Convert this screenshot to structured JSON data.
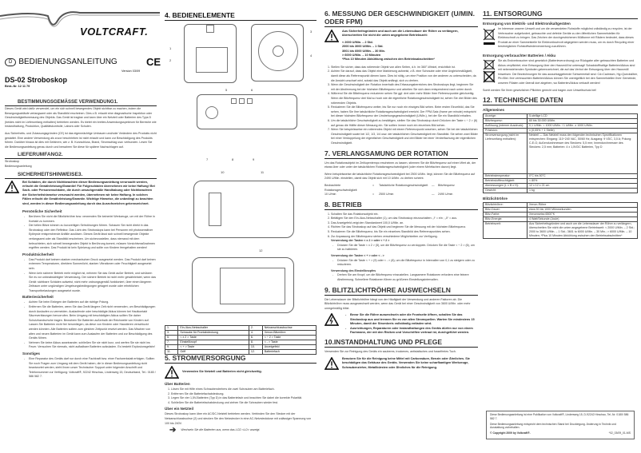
{
  "header": {
    "brand": "VOLTCRAFT.",
    "language_badge": "D",
    "manual_title": "BEDIENUNGSANLEITUNG",
    "ce_mark": "CE",
    "version": "Version 03/09",
    "model": "DS-02 Stroboskop",
    "order_number": "Best.-Nr. 12 11 79"
  },
  "sections": {
    "s1": {
      "title": "BESTIMMUNGSGEMÄSSE VERWENDUNG1.",
      "p1": "Dieses Gerät wird dafür verwendet, um ein sich schnell bewegendes Objekt sichtbar zu machen, indem die Bewegungsabläufe verlangsamt oder als Standbild erscheinen. Dies z.B. erlaubt eine diagnostische Inspektion oder Geschwindigkeitsmessung des Objekts. Das Gerät ist tragbar und kann über ein Netzteil oder Batterien des Typs D (beides nicht im Lieferumfang enthalten) betrieben werden. Es bietet ein breites Anwendungsspektrum für Bereiche wie Instandhaltung, Produktion, Qualitätskontrolle, Labors oder Schulen.",
      "p2": "Aus Sicherheits- und Zulassungsgründen (CE) ist das eigenmächtige Umbauen und/oder Verändern des Produkts nicht gestattet. Eine andere Verwendung als zuvor beschrieben ist nicht erlaubt und kann zur Beschädigung des Produkts führen. Darüber hinaus ist dies mit Gefahren, wie z. B. Kurzschluss, Brand, Stromschlag usw. verbunden. Lesen Sie die Bedienungsanleitung genau durch und bewahren Sie diese für spätere Nachschlagen auf."
    },
    "s2": {
      "title": "LIEFERUMFANG2.",
      "items": [
        "Stroboskop",
        "Bedienungsanleitung"
      ]
    },
    "s3": {
      "title": "SICHERHEITSHINWEISE3.",
      "warning": "Bei Schäden, die durch Nichtbeachten dieser Bedienungsanleitung verursacht werden, erlischt die Gewährleistung/Garantie! Für Folgeschäden übernehmen wir keine Haftung! Bei Sach- oder Personenschäden, die durch unsachgemäße Handhabung oder Nichtbeachten der Sicherheitshinweise verursacht werden, übernehmen wir keine Haftung. In solchen Fällen erlischt die Gewährleistung/Garantie. Wichtige Hinweise, die unbedingt zu beachten sind, werden in dieser Bedienungsanleitung durch das Ausrufezeichen gekennzeichnet.",
      "personal_title": "Persönliche Sicherheit",
      "personal": [
        "Berühren Sie nicht die Blitzlichtröhre bzw. verwenden Sie keinerlei Werkzeuge, um mit der Röhre in Kontakt zu kommen.",
        "Die hellen Blitze können zu kurzzeitigen Sehstörungen führen. Schauen Sie nicht direkt in das Stroboskop oder den Reflektor. Das Licht des Stroboskops kann bei Personen mit photosensitiver Epilepsie entsprechende Anfälle auslösen. Dieses Gerät lässt sich schnell bewegende Objekte verlangsamt oder als Standbild erscheinen. Um sicherzustellen, dass niemand mit dem beleuchteten, sich schnell bewegenden Objekt in Berührung kommt, müssen Vorsichtsmaßnahmen ergriffen werden. Das Produkt ist kein Spielzeug und sollte von Kindern ferngehalten werden!"
      ],
      "product_title": "Produktsicherheit",
      "product": [
        "Das Produkt darf keinem starken mechanischen Druck ausgesetzt werden. Das Produkt darf keinen extremen Temperaturen, direktem Sonnenlicht, starken Vibrationen oder Feuchtigkeit ausgesetzt sein.",
        "Wenn kein sicherer Betrieb mehr möglich ist, nehmen Sie das Gerät außer Betrieb, und schützen Sie es vor unbeabsichtigter Verwendung. Der sichere Betrieb ist nicht mehr gewährleistet, wenn das Gerät: sichtbare Schäden aufweist, nicht mehr ordnungsgemäß funktioniert, über einen längeren Zeitraum unter ungünstigen Umgebungsbedingungen gelagert wurde oder erheblichen Transportbelastungen ausgesetzt wurde."
      ],
      "battery_title": "Batteriesicherheit",
      "battery": [
        "Achten Sie beim Einlegen der Batterien auf die richtige Polung.",
        "Entfernen Sie die Batterien, wenn Sie das Gerät längere Zeit nicht verwenden, um Beschädigungen durch Auslaufen zu vermeiden. Auslaufende oder beschädigte Akkus können bei Hautkontakt Säureverätzungen hervorrufen. Beim Umgang mit beschädigten Akkus sollten Sie daher Schutzhandschuhe tragen. Bewahren Sie Batterien außerhalb der Reichweite von Kindern auf. Lassen Sie Batterien nicht frei herumliegen, da diese von Kindern oder Haustieren verschluckt werden könnten. Alle Batterien sollten zum gleichen Zeitpunkt ersetzt werden. Das Mischen von alten und neuen Batterien im Gerät kann zum Auslaufen der Batterien und zur Beschädigung des Geräts führen.",
        "Nehmen Sie keine Akkus auseinander, schließen Sie sie nicht kurz, und werfen Sie sie nicht ins Feuer. Versuchen Sie niemals, nicht aufladbare Batterien aufzuladen. Es besteht Explosionsgefahr!"
      ],
      "misc_title": "Sonstiges",
      "misc": [
        "Eine Reparatur des Geräts darf nur durch eine Fachkraft bzw. einer Fachwerkstatt erfolgen. Sollten Sie noch Fragen zum Umgang mit dem Gerät haben, die in dieser Bedienungsanleitung nicht beantwortet werden, steht Ihnen unser Technischer Support unter folgender Anschrift und Telefonnummer zur Verfügung: Voltcraft®, 92242 Hirschau, Lindenweg 15, Deutschland, Tel.: 0180 / 586 582 7."
      ]
    },
    "s4": {
      "title": "4.  BEDIENELEMENTE",
      "callouts": [
        "1",
        "2",
        "3",
        "4",
        "5",
        "6",
        "7",
        "8",
        "9",
        "10",
        "11",
        "12"
      ],
      "parts": [
        [
          "1.",
          "Ein-/Aus-Netzschalter",
          "2.",
          "Netzanschlussbuchse"
        ],
        [
          "3.",
          "Schraube für Frontabdeckung",
          "4.",
          "Xenon-Blitzröhre"
        ],
        [
          "5.",
          "< x 2 > Taste",
          "6.",
          "< ÷ 2 > Taste"
        ],
        [
          "7.",
          "Einstellknopf",
          "8.",
          "< - > Taste"
        ],
        [
          "9.",
          "< + > Taste",
          "10.",
          "Anzeigefeld"
        ],
        [
          "11.",
          "Griff",
          "12.",
          "Batteriefach"
        ]
      ]
    },
    "s5": {
      "title": "5.  STROMVERSORGUNG",
      "warning": "Verwenden Sie Netzteil und Batterien nicht gleichzeitig.",
      "batteries_title": "Über Batterien",
      "batteries": [
        "Lösen Sie mit Hilfe eines Schraubendrehers die zwei Schrauben am Batteriefach.",
        "Entfernen Sie die Batteriefachabdeckung.",
        "Legen Sie vier 1,5V-Batterien (Typ D) in das Batteriefach und beachten Sie dabei die korrekte Polarität.",
        "Schließen Sie die Batteriefachabdeckung und ziehen Sie die Schrauben wieder fest."
      ],
      "adapter_title": "Über ein Netzteil",
      "adapter": "Dieses Stroboskop kann über ein AC/DC-Netzteil betrieben werden. Verbinden Sie den Stecker mit der Netzanschlussbuchse (2) und stecken Sie den Netzstecker in eine AC-Netzsteckdose mit zulässiger Spannung von 100 bis 240V.",
      "note": "Wechseln Sie die Batterien aus, wenn das LCD <LO> anzeigt."
    },
    "s6": {
      "title": "6.  MESSUNG DER GESCHWINDIGKEIT (U/MIN. ODER FPM)",
      "warning": "Aus Sicherheitsgründen und auch um die Lebensdauer der Röhre zu verlängern, überschreiten Sie nicht die unten angegebene Betriebszeit:",
      "limits": [
        "< 2000 U/Min. – 2 Std.",
        "2000 bis 3000 U/Min. – 1 Std.",
        "3001 bis 6000 U/Min. – 30 Min.",
        "> 6000 U/Min. – 10 Minuten",
        "*Plus 10 Minuten Abkühlung zwischen den Betriebsabschnitten*"
      ],
      "steps": [
        "Stellen Sie sicher, dass das rotierende Objekt von allen Seiten, d.h. im 360°-Winkel, ersichtlich ist.",
        "Achten Sie darauf, dass das Objekt eine Markierung aufweist, z.B. eine Schraube oder eine Ungleichmäßigkeit, damit diese als Referenzpunkt dienen kann. Dies ist nötig, um eine Position von der anderen zu unterscheiden, da die Ansicht unscharf wird, sobald das Objekt anfängt, sich zu drehen.",
        "Wenn die Geschwindigkeit der Rotation innerhalb des Erfassungsbereiches des Stroboskops liegt, beginnen Sie mit der Abstimmung bei der höchsten Blitzfrequenz und arbeiten Sie sich dann entsprechend nach unten durch.",
        "Während Sie die Blitzfrequenz reduzieren sehen Sie ggf. drei oder mehr Bilder Ihrer Referenzpunkte gleichzeitig. Wenn die Blitzfrequenz drei Mal so hoch wie die eigentliche Rotationsgeschwindigkeit ist, sehen Sie drei Bilder des rotierenden Objekts.",
        "Reduzieren Sie die Blitzfrequenz weiter, bis Sie nur noch ein einziges Bild sehen. Beim ersten Einzelbild, das Sie sehen, haben Sie Ihre tatsächliche Rotationsgeschwindigkeit erreicht. Der FPM-Satz (frame per minute) entspricht bei dieser höchsten Blitzfrequenz der Umdrehungsgeschwindigkeit (U/Min.), bei der Sie ein Standbild erhalten.",
        "Um die tatsächliche Geschwindigkeit zu bestätigen, stellen Sie das Stroboskop durch Drücken der Taste < ÷ 2 > (6) auf genau die Hälfte dieser Messung ein. Sie sollten immer noch ein einzelnes Bild sehen.",
        "Wenn Sie beispielsweise ein rotierendes Objekt mit einem Referenzpunkt ansehen, sehen Sie bei der tatsächlichen Geschwindigkeit sowie bei 1/2, 1/3, 1/4 usw. der tatsächlichen Geschwindigkeit ein Standbild. Sie sehen zwei Bilder bei einer Verdoppelung der eigentlichen Geschwindigkeit und drei Bilder bei einer Verdreifachung der eigentlichen Geschwindigkeit."
      ]
    },
    "s7": {
      "title": "7.  VERLANGSAMUNG DER ROTATION",
      "p1": "Um das Rotationsobjekt im Zeitlupentempo erscheinen zu lassen, stimmen Sie die Blitzfrequenz auf einen Wert ab, der etwas über oder unter der tatsächlichen Rotationsgeschwindigkeit (oder einem Mehrfachen davon) liegt.",
      "p2": "Wenn beispielsweise die tatsächliche Rotationsgeschwindigkeit bei 2500 U/Min. liegt, können Sie die Blitzfrequenz auf 2490 U/Min. einstellen, damit das Objekt sich mit 10 U/Min. zu drehen scheint.",
      "formula_labels": [
        "Beobachtete Rotationsgeschwindigkeit",
        "=",
        "Tatsächliche Rotationsgeschwindigkeit",
        "—",
        "Blitzfrequenz"
      ],
      "formula_values": [
        "10 U/min",
        "=",
        "2500 U/min",
        "—",
        "2490 U/min"
      ]
    },
    "s8": {
      "title": "8.  BETRIEB",
      "steps": [
        "Schalten Sie das Rotationsobjekt ein.",
        "Betätigen Sie den Ein-/Aus-Netzschalter (1), um das Stroboskop einzuschalten: „I“ = ein ; „0“ = aus.",
        "Das Anzeigefeld zeigt den Standardwert 100,0 U/Min. an.",
        "Richten Sie das Stroboskop auf das Objekt und beginnen Sie die Messung mit der höchsten Blitzfrequenz.",
        "Reduzieren Sie die Blitzfrequenz, bis Sie ein einzelnes Standbild des Referenzpunktes sehen.",
        "Zur Anpassung der Blitzfrequenz stehen verschiedene Möglichkeiten zur Verfügung."
      ],
      "keys1_title": "Verwendung der Tasten < x 2 > oder < ÷ 2 >",
      "keys1": "Drücken Sie die Taste < x 2 > (5), um die Blitzfrequenz zu verdoppeln. Drücken Sie die Taste < ÷ 2 > (6), um sie zu halbieren.",
      "keys2_title": "Verwendung der Tasten < + > oder < - >",
      "keys2": "Drücken Sie die Taste < + > (9) oder < - > (8), um die Blitzfrequenz in Intervallen von 0,1 zu steigern oder zu reduzieren.",
      "knob_title": "Verwendung des Einstellknopfes",
      "knob": "Drehen Sie am Knopf, um die Blitzfrequenz einzustellen. Langsamere Rotationen erfordern eine feinere Abstimmung. Schnellere Rotationen führen zu größeren Einstellungsintervallen."
    },
    "s9": {
      "title": "9.  BLITZLICHTRÖHRE AUSWECHSELN",
      "p1": "Die Lebensdauer der Blitzlichtröhre hängt von der Häufigkeit der Verwendung und anderen Faktoren ab. Die Blitzlichtröhre muss ausgewechselt werden, wenn das Gerät bei einer Geschwindigkeit von 3600 U/Min. oder mehr unregelmäßig blitzt.",
      "warnings": [
        "Bevor Sie die Röhre auswechseln oder die Frontseite öffnen, schalten Sie das Stroboskop aus und trennen Sie es von allen Stromquellen. Warten Sie mindestens 15 Minuten, damit der Stromkreis vollständig entladen wird.",
        "Ausrichtungen, Reparaturen oder Instandhaltungen des Geräts dürfen nur von einem Fachmann, der mit den Risiken und Vorschriften vertraut ist, durchgeführt werden."
      ]
    },
    "s10": {
      "title": "10.INSTANDHALTUNG UND PFLEGE",
      "p1": "Verwenden Sie zur Reinigung des Geräts ein sauberes, trockenes, antistatisches und fusselfreies Tuch.",
      "warning": "Benutzen Sie für die Reinigung keine Mittel mit Carbonsäure, Benzin oder Ähnliches. Sie beschädigen das Gehäuse des Geräts. Verwenden Sie keine scharfkantigen Werkzeuge, Schraubenzieher, Metallbürsten oder Ähnliches für die Reinigung."
    },
    "s11": {
      "title": "11. ENTSORGUNG",
      "weee_title": "Entsorgung von Elektrik- und Elektronikaltgeräten",
      "weee": "Im Interesse unserer Umwelt und um die verwendeten Rohstoffe möglichst vollständig zu recyclen, ist der Verbraucher aufgefordert, gebrauchte und defekte Geräte zu den öffentlichen Sammelstellen für Elektroschrott zu bringen. Das Zeichen der durchgestrichenen Mülltonne mit Rädern bedeutet, dass dieses Produkt an einer Sammelstelle für Elektronikschrott abgegeben werden muss, um es durch Recycling einer bestmöglichen Rohstoffwiederverwertung zuzuführen.",
      "battery_title": "Entsorgung verbrauchter Batterien / Akku",
      "battery": "Sie als Endverbraucher sind gesetzlich (Batterieverordnung) zur Rückgabe aller gebrauchten Batterien und Akkus verpflichtet; eine Entsorgung über den Hausmüll ist untersagt! Schadstoffhaltige Batterien/Akkus sind mit nebenstehenden Symbolen gekennzeichnet, die auf das Verbot der Entsorgung über den Hausmüll hinweisen. Die Bezeichnungen für das ausschlaggebende Schwermetall sind: Cd=Cadmium, Hg=Quecksilber, Pb=Blei. Ihre verbrauchten Batterien/Akkus können Sie unentgeltlich bei den Sammelstellen Ihrer Gemeinde, unseren Filialen oder überall dort abgeben, wo Batterien/Akkus verkauft werden!",
      "closing": "Somit werden Sie Ihren gesetzlichen Pflichten gerecht und tragen zum Umweltschutz bei!"
    },
    "s12": {
      "title": "12. TECHNISCHE DATEN",
      "general_title": "Allgemeines",
      "general": [
        [
          "Anzeige:",
          "5-stellige LCD"
        ],
        [
          "Blitzfrequenz:",
          "60 bis 30.000 U/Min."
        ],
        [
          "Auflösung (interner Ausdruck):",
          "0,1 U/Min. < 1000 U/Min. / 1 U/Min. ≥ 1000 U/Min."
        ],
        [
          "Präzision:",
          "± (0,05% + 1 Stelle)"
        ],
        [
          "Stromversorgung (nicht im Lieferumfang enthalten):",
          "Netzteil — Das Netzteil muss den folgenden technischen Spezifikationen entsprechen: Eingang: 110~240 VAC, 50/60 Hz; Ausgang: 9 VDC, 3,0 A; Polung: C-E-G; Außendurchmesser des Steckers: 5,5 mm; Innendurchmesser des Steckers: 2,5 mm; Batterien: 4 x 1,5VDC Batterien, Typ D"
        ],
        [
          "Betriebstemperatur:",
          "0°C bis 50°C"
        ],
        [
          "Betriebsluftfeuchtigkeit:",
          "< 80%"
        ],
        [
          "Abmessungen (L x B x H):",
          "12 x 12 x 21 cm"
        ],
        [
          "Gewicht:",
          "1 kg"
        ]
      ],
      "tube_title": "Blitzlichtröhre",
      "tube": [
        [
          "Blitzlichtröhre:",
          "Xenon-Röhre"
        ],
        [
          "Blitz-Dauer:",
          "etwa 50 bis 1000 Mikrosekunden"
        ],
        [
          "Blitz-Farbe:",
          "Xenonweiss 6500°K"
        ],
        [
          "Blitz-Energie:",
          "4 Watt/Sekunde (Joule)"
        ],
        [
          "Betriebszeit:",
          "Aus Sicherheitsgründen und auch um die Lebensdauer der Röhre zu verlängern, überschreiten Sie nicht die unten angegebene Betriebszeit: < 2000 U/Min. – 2 Std.; 2000 to 3600 U/Min. – 1 Std.; 3601 to 6000 U/Min. – 30 Min.; > 6000 U/Min. – 10 Minuten; *Plus 10 Minuten Abkühlung zwischen den Betriebsabschnitten*"
        ]
      ]
    }
  },
  "footer": {
    "line1": "Diese Bedienungsanleitung ist eine Publikation von Voltcraft®, Lindenweg 15, D-92242 Hirschau, Tel.-Nr. 0180/ 586 582 7.",
    "line2": "Diese Bedienungsanleitung entspricht dem technischen Stand bei Drucklegung. Änderung in Technik und Ausstattung vorbehalten.",
    "copyright": "© Copyright 2009 by Voltcraft®.",
    "code": "*02_03/09_01-MS"
  }
}
